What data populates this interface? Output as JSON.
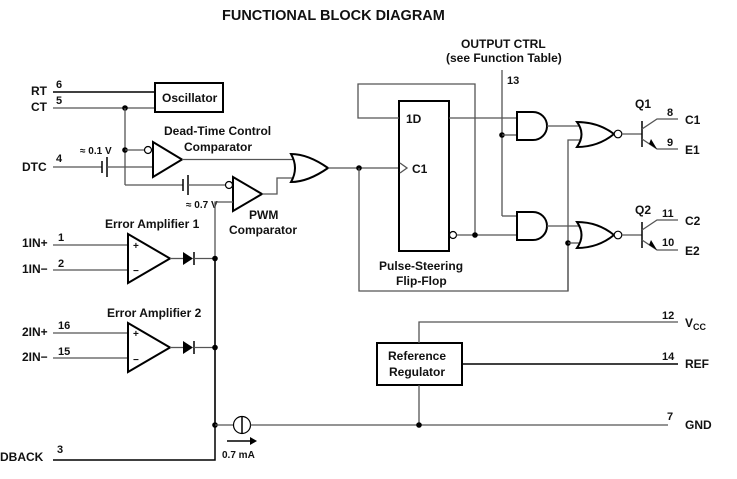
{
  "title": "FUNCTIONAL BLOCK DIAGRAM",
  "output_ctrl": {
    "label": "OUTPUT CTRL",
    "sublabel": "(see Function Table)",
    "pin": "13"
  },
  "pins_left": [
    {
      "name": "RT",
      "number": "6"
    },
    {
      "name": "CT",
      "number": "5"
    },
    {
      "name": "DTC",
      "number": "4"
    },
    {
      "name": "1IN+",
      "number": "1"
    },
    {
      "name": "1IN−",
      "number": "2"
    },
    {
      "name": "2IN+",
      "number": "16"
    },
    {
      "name": "2IN−",
      "number": "15"
    },
    {
      "name": "DBACK",
      "number": "3"
    }
  ],
  "pins_right": [
    {
      "name": "C1",
      "number": "8"
    },
    {
      "name": "E1",
      "number": "9"
    },
    {
      "name": "C2",
      "number": "11"
    },
    {
      "name": "E2",
      "number": "10"
    },
    {
      "name": "V",
      "subscript": "CC",
      "number": "12"
    },
    {
      "name": "REF",
      "number": "14"
    },
    {
      "name": "GND",
      "number": "7"
    }
  ],
  "blocks": {
    "oscillator": "Oscillator",
    "dead_time_line1": "Dead-Time Control",
    "dead_time_line2": "Comparator",
    "pwm_line1": "PWM",
    "pwm_line2": "Comparator",
    "error_amp_1": "Error Amplifier 1",
    "error_amp_2": "Error Amplifier 2",
    "flip_flop_line1": "Pulse-Steering",
    "flip_flop_line2": "Flip-Flop",
    "ff_d_input": "1D",
    "ff_clock_input": "C1",
    "reference_line1": "Reference",
    "reference_line2": "Regulator"
  },
  "annotations": {
    "offset_dtc": "≈ 0.1 V",
    "offset_pwm": "≈ 0.7 V",
    "current_source": "0.7 mA",
    "opamp_plus": "+",
    "opamp_minus": "−"
  },
  "transistors": {
    "q1": "Q1",
    "q2": "Q2"
  }
}
